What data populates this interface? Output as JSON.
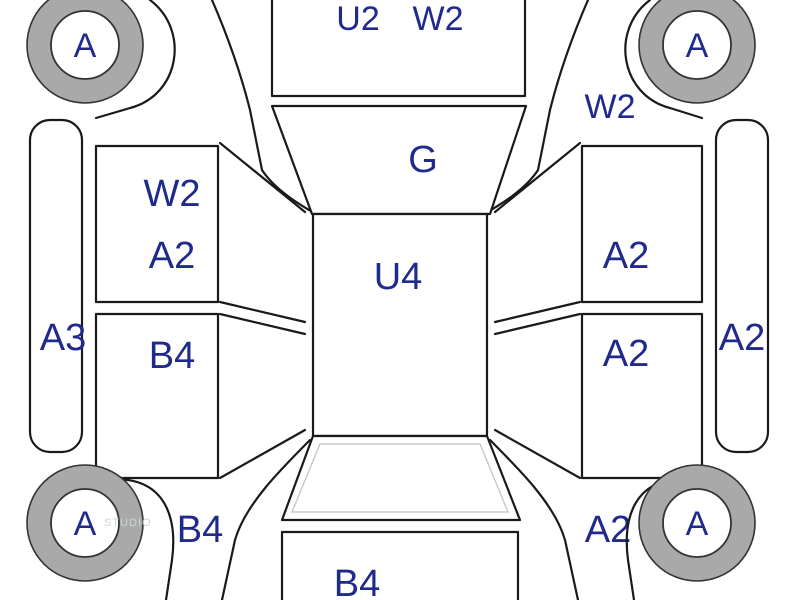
{
  "colors": {
    "label": "#1f2a8c",
    "line": "#1a1a1a",
    "tire": "#a9a9a9",
    "background": "#ffffff"
  },
  "wheels": {
    "front_left": "A",
    "front_right": "A",
    "rear_left": "A",
    "rear_right": "A"
  },
  "panels": {
    "front_bumper_top": "U2",
    "front_bumper_top_2": "W2",
    "front_right_fender": "W2",
    "hood": "G",
    "roof": "U4",
    "left_front_door_1": "W2",
    "left_front_door_2": "A2",
    "left_rear_door": "B4",
    "left_sill": "A3",
    "right_front_door": "A2",
    "right_rear_door": "A2",
    "right_sill": "A2",
    "left_rear_fender": "B4",
    "right_rear_fender": "A2",
    "rear_bumper": "B4"
  },
  "watermark": "STUDIO"
}
